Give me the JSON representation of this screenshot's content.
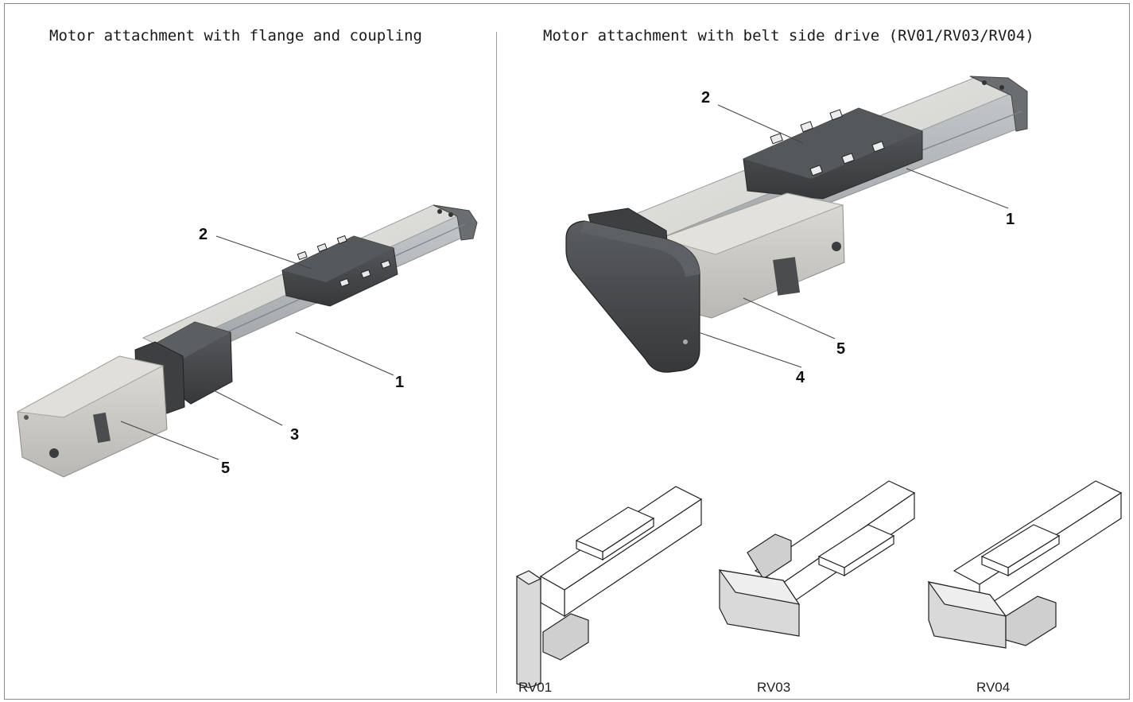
{
  "left_panel": {
    "title": "Motor attachment with flange and coupling",
    "callouts": {
      "c1": "1",
      "c2": "2",
      "c3": "3",
      "c5": "5"
    }
  },
  "right_panel": {
    "title": "Motor attachment with belt side drive (RV01/RV03/RV04)",
    "callouts": {
      "c1": "1",
      "c2": "2",
      "c4": "4",
      "c5": "5"
    },
    "variants": [
      "RV01",
      "RV03",
      "RV04"
    ]
  },
  "colors": {
    "carriage": "#4a4d50",
    "rail": "#c9ccce",
    "motor": "#d2d1cc",
    "line": "#333333"
  }
}
